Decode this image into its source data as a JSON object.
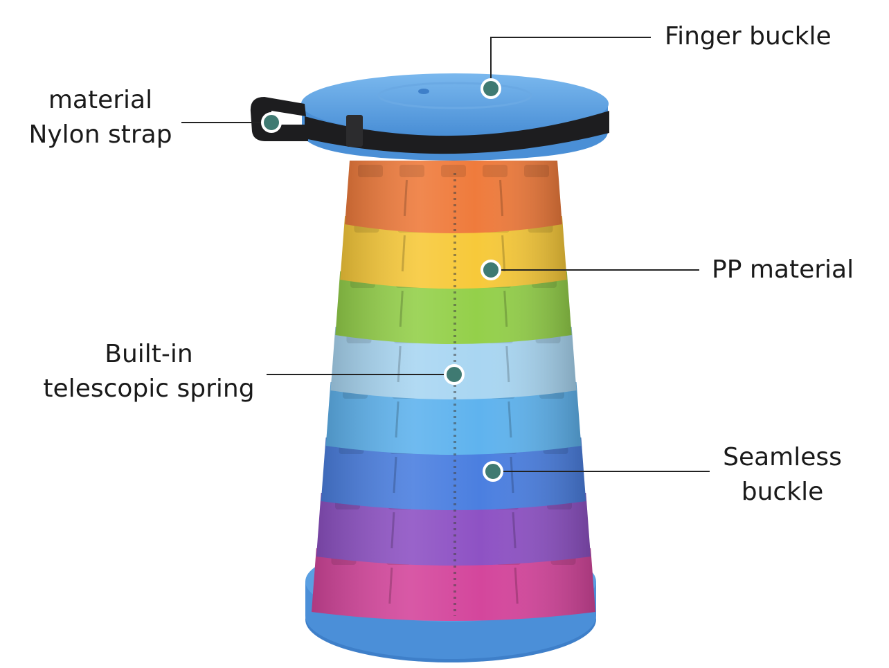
{
  "labels": {
    "nylon_strap": {
      "line1": "material",
      "line2": "Nylon strap"
    },
    "finger_buckle": {
      "text": "Finger buckle"
    },
    "pp_material": {
      "text": "PP material"
    },
    "spring": {
      "line1": "Built-in",
      "line2": "telescopic spring"
    },
    "seamless_buckle": {
      "line1": "Seamless",
      "line2": "buckle"
    }
  },
  "product": {
    "name": "rainbow telescopic stool",
    "colors": {
      "seat": "#5aa0e0",
      "strap": "#1d1d1f",
      "marker": "#3f7a72",
      "base": "#4b8fd8",
      "tiers": [
        "#ef7b3c",
        "#f7c93a",
        "#94d04a",
        "#a9d6f2",
        "#5fb3ee",
        "#4b7fe0",
        "#8e52c4",
        "#d4469c"
      ]
    }
  }
}
